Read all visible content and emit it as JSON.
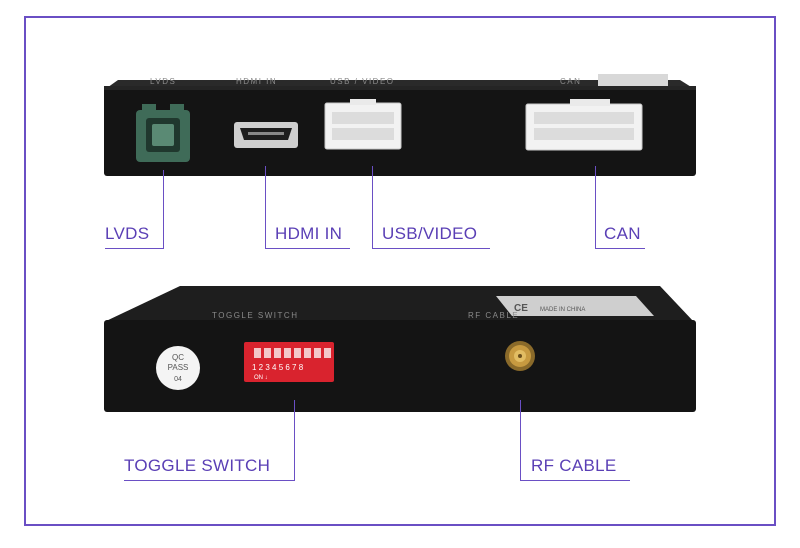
{
  "top_unit": {
    "printed_labels": [
      "LVDS",
      "HDMI IN",
      "USB / VIDEO",
      "CAN"
    ],
    "callouts": {
      "lvds": "LVDS",
      "hdmi": "HDMI IN",
      "usb": "USB/VIDEO",
      "can": "CAN"
    }
  },
  "bottom_unit": {
    "printed_labels": {
      "toggle": "TOGGLE SWITCH",
      "rf": "RF CABLE"
    },
    "sticker": {
      "line1": "QC",
      "line2": "PASS",
      "line3": "04"
    },
    "dip_numbers": "1 2 3 4 5 6 7 8",
    "dip_on": "ON ↓",
    "ce_mark": "CE",
    "ce_text": "MADE IN CHINA",
    "callouts": {
      "toggle": "TOGGLE SWITCH",
      "rf": "RF CABLE"
    }
  },
  "colors": {
    "frame": "#6a4fc4",
    "callout_text": "#5a3fb5",
    "device_body": "#141414",
    "lvds_connector": "#3f6b58",
    "dip_switch": "#d9232e"
  }
}
